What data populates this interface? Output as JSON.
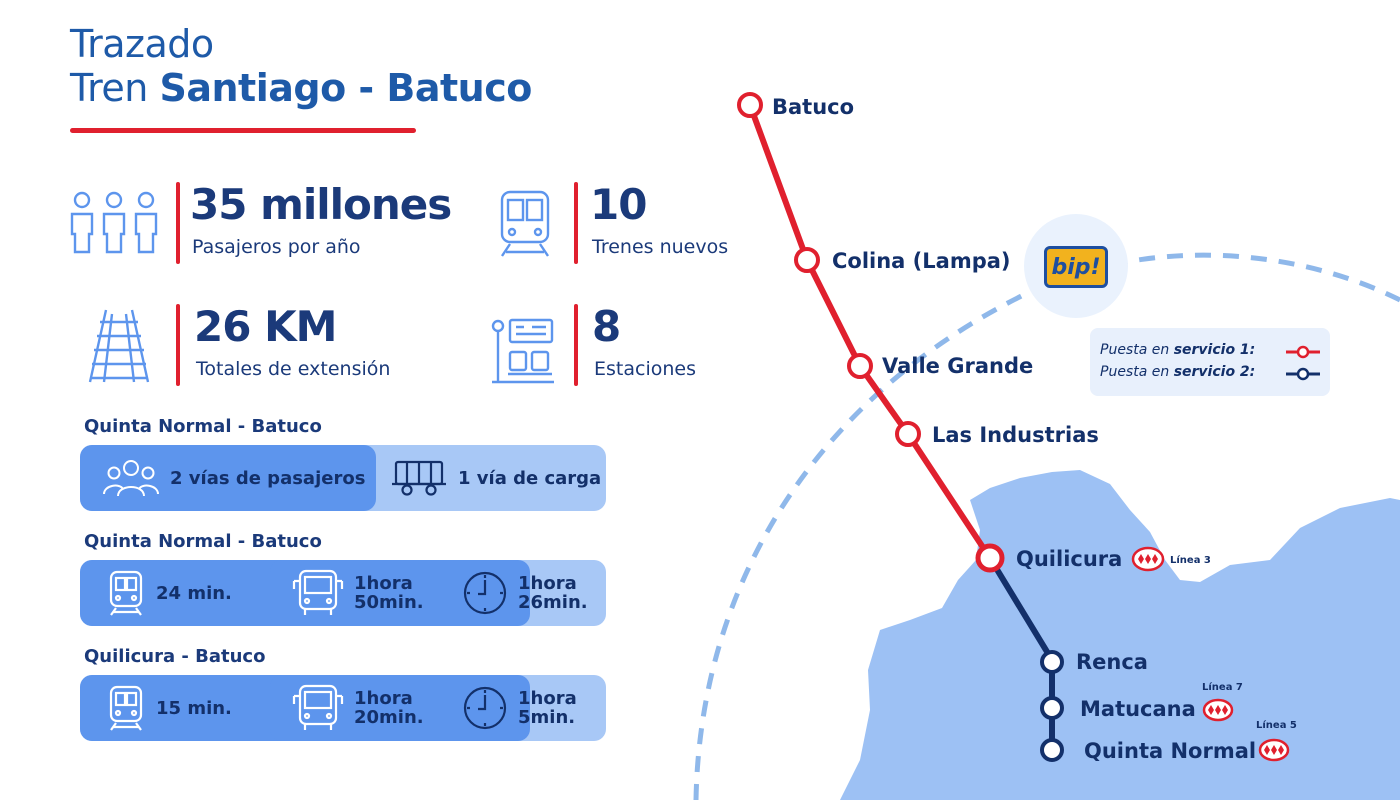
{
  "header": {
    "line1": "Trazado",
    "line2_prefix": "Tren ",
    "line2_bold": "Santiago - Batuco"
  },
  "stats": {
    "passengers": {
      "value": "35 millones",
      "label": "Pasajeros por año",
      "icon": "people-icon"
    },
    "trains": {
      "value": "10",
      "label": "Trenes nuevos",
      "icon": "train-icon"
    },
    "length": {
      "value": "26 KM",
      "label": "Totales de extensión",
      "icon": "railway-track-icon"
    },
    "stations": {
      "value": "8",
      "label": "Estaciones",
      "icon": "station-icon"
    }
  },
  "sections": [
    {
      "title": "Quinta Normal - Batuco",
      "items": [
        {
          "icon": "group-icon",
          "text": "2 vías de pasajeros"
        },
        {
          "icon": "freight-wagon-icon",
          "text": "1 vía de carga"
        }
      ]
    },
    {
      "title": "Quinta Normal - Batuco",
      "items": [
        {
          "icon": "train-icon",
          "text": "24 min."
        },
        {
          "icon": "bus-icon",
          "line1": "1hora",
          "line2": "50min."
        },
        {
          "icon": "clock-icon",
          "line1": "1hora",
          "line2": "26min."
        }
      ]
    },
    {
      "title": "Quilicura - Batuco",
      "items": [
        {
          "icon": "train-icon",
          "text": "15 min."
        },
        {
          "icon": "bus-icon",
          "line1": "1hora",
          "line2": "20min."
        },
        {
          "icon": "clock-icon",
          "line1": "1hora",
          "line2": "5min."
        }
      ]
    }
  ],
  "map": {
    "stations": [
      {
        "name": "Batuco",
        "phase": 1
      },
      {
        "name": "Colina (Lampa)",
        "phase": 1
      },
      {
        "name": "Valle Grande",
        "phase": 1
      },
      {
        "name": "Las Industrias",
        "phase": 1
      },
      {
        "name": "Quilicura",
        "phase": 1,
        "metro": "Línea 3"
      },
      {
        "name": "Renca",
        "phase": 2
      },
      {
        "name": "Matucana",
        "phase": 2,
        "metro": "Línea 7"
      },
      {
        "name": "Quinta Normal",
        "phase": 2,
        "metro": "Línea 5"
      }
    ],
    "bip_logo": "bip!",
    "colors": {
      "phase1": "#e0202e",
      "phase2": "#13306a",
      "area": "#9dc1f4",
      "ring": "#8fb8ea"
    }
  },
  "legend": {
    "row1_prefix": "Puesta en ",
    "row1_bold": "servicio 1:",
    "row2_prefix": "Puesta en ",
    "row2_bold": "servicio 2:"
  }
}
